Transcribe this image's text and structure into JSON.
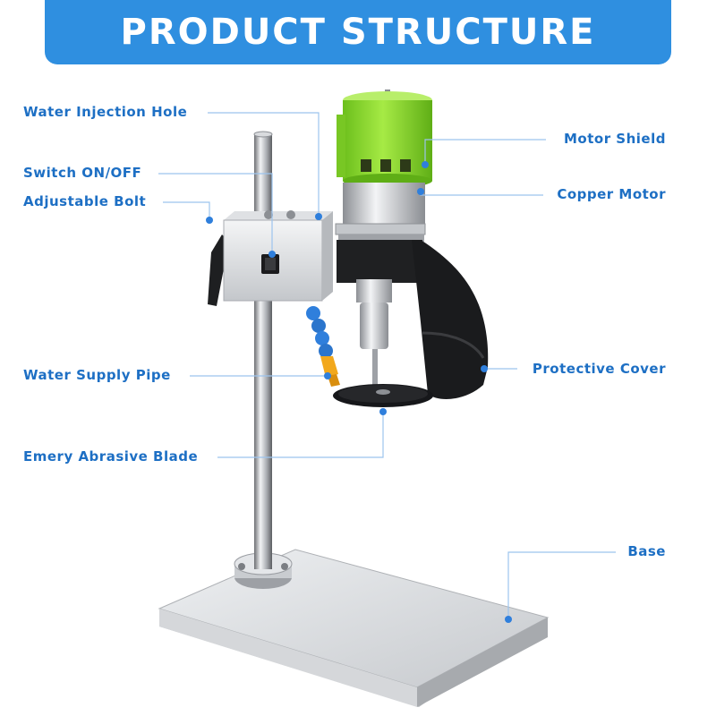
{
  "banner": {
    "title": "PRODUCT STRUCTURE"
  },
  "colors": {
    "banner": "#2f8fe0",
    "label": "#1d6fc4",
    "leader": "#9cc4ee",
    "dot": "#2f7fdc",
    "motor_shield": "#8fdc2e",
    "pipe": "#2f7fdc",
    "nozzle": "#f2a81c"
  },
  "labels": {
    "water_injection_hole": "Water Injection Hole",
    "switch": "Switch ON/OFF",
    "adjustable_bolt": "Adjustable Bolt",
    "water_supply_pipe": "Water Supply Pipe",
    "emery_blade": "Emery Abrasive Blade",
    "motor_shield": "Motor Shield",
    "copper_motor": "Copper Motor",
    "protective_cover": "Protective Cover",
    "base": "Base"
  }
}
